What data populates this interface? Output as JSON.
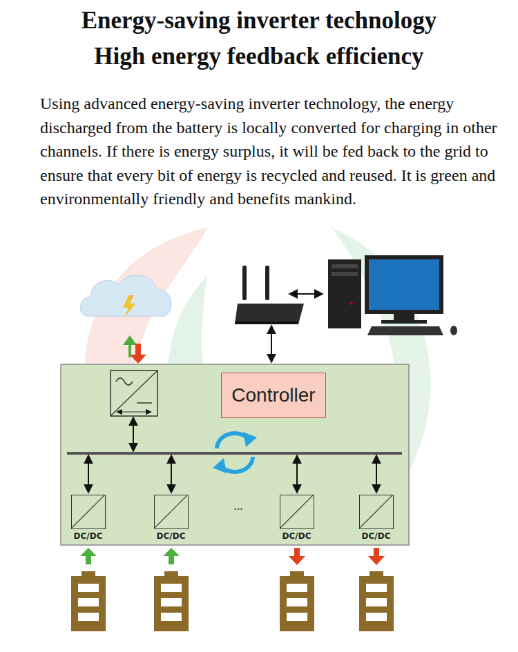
{
  "diagram": {
    "title": "Energy-saving inverter technology",
    "nodes": [
      {
        "text": [
          "Controller"
        ]
      },
      {
        "text": [
          "DC/DC"
        ]
      },
      {
        "text": [
          "DC/DC"
        ]
      },
      {
        "text": [
          "DC/DC"
        ]
      },
      {
        "text": [
          "DC/DC"
        ]
      }
    ],
    "labels": [
      "High energy feedback efficiency",
      "Using advanced energy-saving inverter technology, the energy discharged from the battery is locally converted for charging in other channels. If there is energy surplus, it will be fed back to the grid to ensure that every bit of energy is recycled and reused. It is green and environmentally friendly and benefits mankind.",
      "..."
    ]
  }
}
